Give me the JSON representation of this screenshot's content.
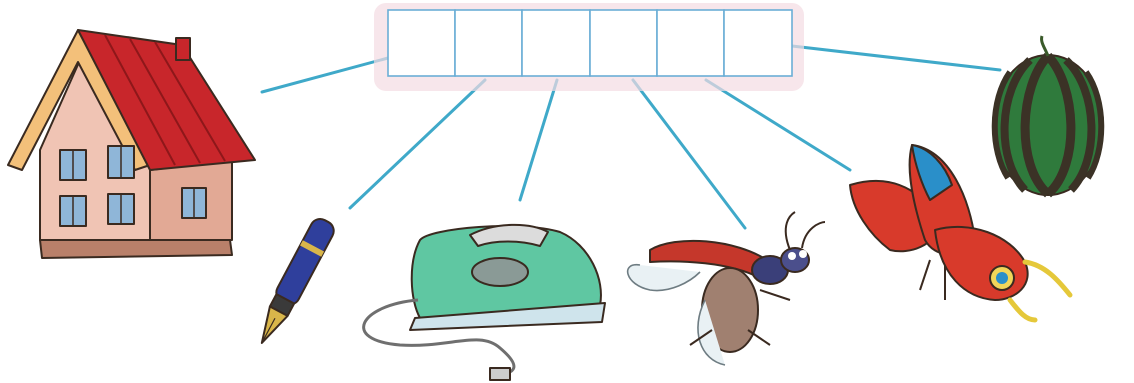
{
  "letter_boxes": {
    "count": 6
  },
  "colors": {
    "connector": "#3fa9c9",
    "box_border": "#6aaed6",
    "box_shadow": "#f3dbe3",
    "roof": "#c8262b",
    "wall": "#f0c4b4",
    "melon_green": "#2f7a3c",
    "melon_dark": "#3b3226",
    "iron_green": "#5fc7a2",
    "butterfly_red": "#d83a2b",
    "butterfly_blue": "#2a8fc9",
    "beetle_red": "#c5372b",
    "pen_blue": "#2f3f9c"
  },
  "pictures": [
    {
      "icon": "house"
    },
    {
      "icon": "fountain-pen"
    },
    {
      "icon": "iron"
    },
    {
      "icon": "beetle"
    },
    {
      "icon": "butterfly"
    },
    {
      "icon": "watermelon"
    }
  ]
}
